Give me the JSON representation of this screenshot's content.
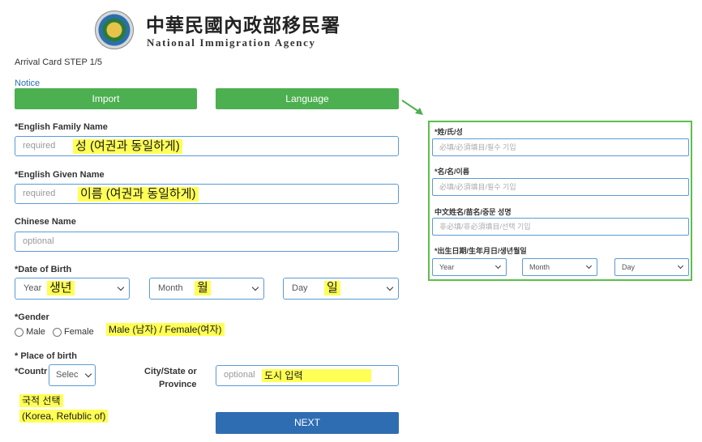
{
  "header": {
    "title_cn": "中華民國內政部移民署",
    "title_en": "National Immigration Agency"
  },
  "step": "Arrival Card STEP 1/5",
  "notice": "Notice",
  "buttons": {
    "import": "Import",
    "language": "Language",
    "next": "NEXT"
  },
  "form": {
    "family_name": {
      "label": "*English Family Name",
      "placeholder": "required",
      "annotation": "성 (여권과 동일하게)"
    },
    "given_name": {
      "label": "*English Given Name",
      "placeholder": "required",
      "annotation": "이름 (여권과 동일하게)"
    },
    "chinese_name": {
      "label": "Chinese Name",
      "placeholder": "optional"
    },
    "dob": {
      "label": "*Date of Birth",
      "year": "Year",
      "month": "Month",
      "day": "Day",
      "year_annotation": "생년",
      "month_annotation": "월",
      "day_annotation": "일"
    },
    "gender": {
      "label": "*Gender",
      "male": "Male",
      "female": "Female",
      "annotation": "Male (남자) / Female(여자)"
    },
    "place_of_birth": {
      "label": "* Place of birth",
      "country_label": "*Countr",
      "country_value": "Selec",
      "city_label_1": "City/State or",
      "city_label_2": "Province",
      "city_placeholder": "optional",
      "city_annotation": "도시 입력",
      "country_annotation_1": "국적 선택",
      "country_annotation_2": "(Korea, Refublic of)"
    }
  },
  "translation_panel": {
    "family_label": "*姓/氏/성",
    "family_placeholder": "必填/必須填目/필수 기입",
    "given_label": "*名/名/이름",
    "given_placeholder": "必填/必須填目/필수 기입",
    "chinese_label": "中文姓名/苗名/중문 성명",
    "chinese_placeholder": "非必填/非必須填目/선택 기입",
    "dob_label": "*出生日期/生年月日/생년월일",
    "year": "Year",
    "month": "Month",
    "day": "Day"
  },
  "colors": {
    "green": "#4caf50",
    "panel_border": "#5cbf4a",
    "input_border": "#5b9bd5",
    "next": "#2f6db3",
    "highlight": "#ffff55"
  }
}
